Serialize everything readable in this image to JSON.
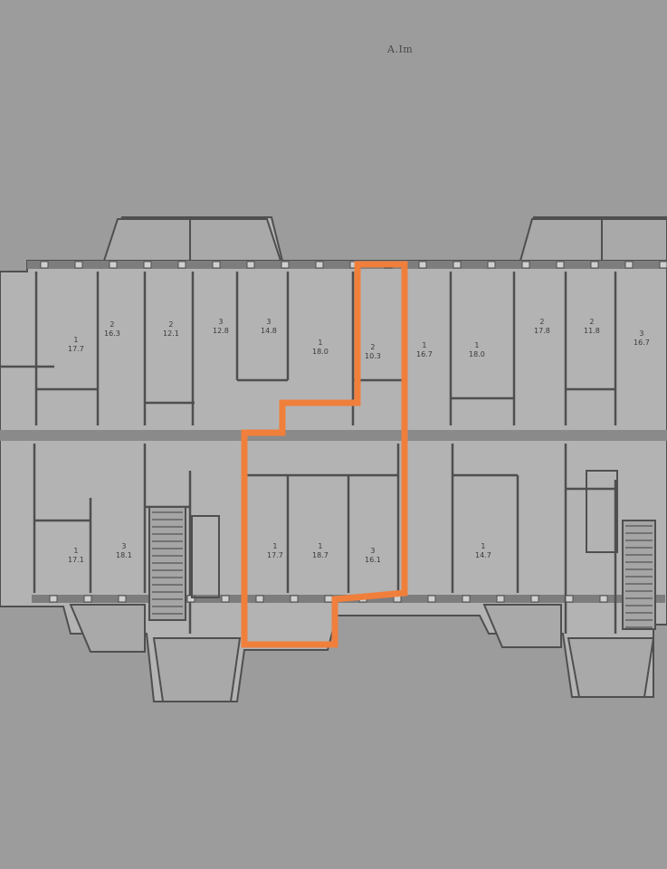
{
  "sheet": {
    "label": "A.Im"
  },
  "colors": {
    "paper": "#9c9c9c",
    "slab": "#b3b3b3",
    "wall": "#4f4f4f",
    "highlight": "#f07f3c"
  },
  "icons": [
    "north-balcony-shape",
    "stair-icon",
    "highlight-outline"
  ],
  "rooms": [
    {
      "id": "r1",
      "num": "1",
      "area": "17.7"
    },
    {
      "id": "r2",
      "num": "2",
      "area": "16.3"
    },
    {
      "id": "r3",
      "num": "2",
      "area": "12.1"
    },
    {
      "id": "r4",
      "num": "3",
      "area": "12.8"
    },
    {
      "id": "r5",
      "num": "3",
      "area": "14.8"
    },
    {
      "id": "r6",
      "num": "1",
      "area": "18.0"
    },
    {
      "id": "r7",
      "num": "2",
      "area": "10.3"
    },
    {
      "id": "r8",
      "num": "1",
      "area": "16.7"
    },
    {
      "id": "r9",
      "num": "1",
      "area": "18.0"
    },
    {
      "id": "r10",
      "num": "2",
      "area": "17.8"
    },
    {
      "id": "r11",
      "num": "2",
      "area": "11.8"
    },
    {
      "id": "r12",
      "num": "3",
      "area": "16.7"
    },
    {
      "id": "r13",
      "num": "1",
      "area": "17.1"
    },
    {
      "id": "r14",
      "num": "3",
      "area": "18.1"
    },
    {
      "id": "r15",
      "num": "1",
      "area": "17.7"
    },
    {
      "id": "r16",
      "num": "1",
      "area": "18.7"
    },
    {
      "id": "r17",
      "num": "3",
      "area": "16.1"
    },
    {
      "id": "r18",
      "num": "1",
      "area": "14.7"
    }
  ]
}
